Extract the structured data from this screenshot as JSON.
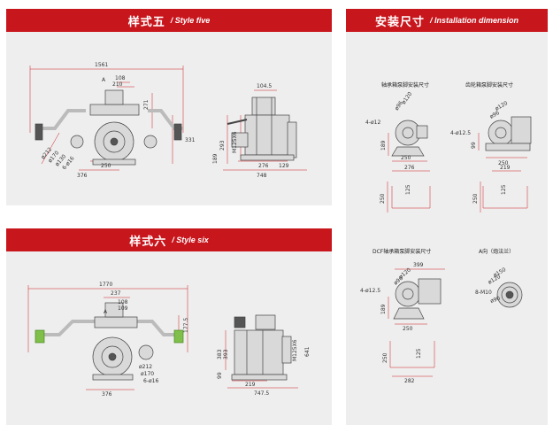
{
  "style_five": {
    "title_cn": "样式五",
    "title_en": "/ Style five",
    "dims": {
      "d1561": "1561",
      "d108": "108",
      "d210": "210",
      "d271": "271",
      "d331": "331",
      "d250": "250",
      "d376": "376",
      "dA": "A",
      "d104_5": "104.5",
      "d293": "293",
      "dM125X6": "M125X6",
      "d189": "189",
      "d276": "276",
      "d129": "129",
      "d748": "748",
      "phi212": "ø212",
      "phi170": "ø170",
      "phi130": "ø130",
      "m6x16": "6-ø16"
    }
  },
  "style_six": {
    "title_cn": "样式六",
    "title_en": "/ Style six",
    "dims": {
      "d1770": "1770",
      "d237": "237",
      "d108": "108",
      "d109": "109",
      "d177_5": "177.5",
      "d376": "376",
      "dA": "A",
      "d383": "383",
      "d393": "393",
      "d99": "99",
      "d219": "219",
      "d747_5": "747.5",
      "dM125X6": "M125X6",
      "d641": "641",
      "phi212": "ø212",
      "phi170": "ø170",
      "m6x16": "6-ø16"
    }
  },
  "install": {
    "title_cn": "安装尺寸",
    "title_en": "/ Installation dimension",
    "bearing_caption": "轴承箱泵脚安装尺寸",
    "gearbox_caption": "齿轮箱泵脚安装尺寸",
    "dcf_caption": "DCF轴承箱泵脚安装尺寸",
    "a_caption": "A向（炮法兰）",
    "b": {
      "phi120": "ø120",
      "phi96": "ø96",
      "hole": "4-ø12",
      "h189": "189",
      "w250": "250",
      "w276": "276",
      "h125": "125",
      "h250": "250"
    },
    "g": {
      "phi120": "ø120",
      "phi96": "ø96",
      "hole": "4-ø12.5",
      "h99": "99",
      "w250": "250",
      "w219": "219",
      "h125": "125",
      "h250": "250"
    },
    "d": {
      "w399": "399",
      "phi120": "ø120",
      "phi96": "ø96",
      "hole": "4-ø12.5",
      "h189": "189",
      "w250": "250",
      "h250": "250",
      "h125": "125",
      "w282": "282"
    },
    "a": {
      "phi150": "ø150",
      "phi120": "ø120",
      "holes": "8-M10",
      "phi90": "ø90"
    }
  }
}
